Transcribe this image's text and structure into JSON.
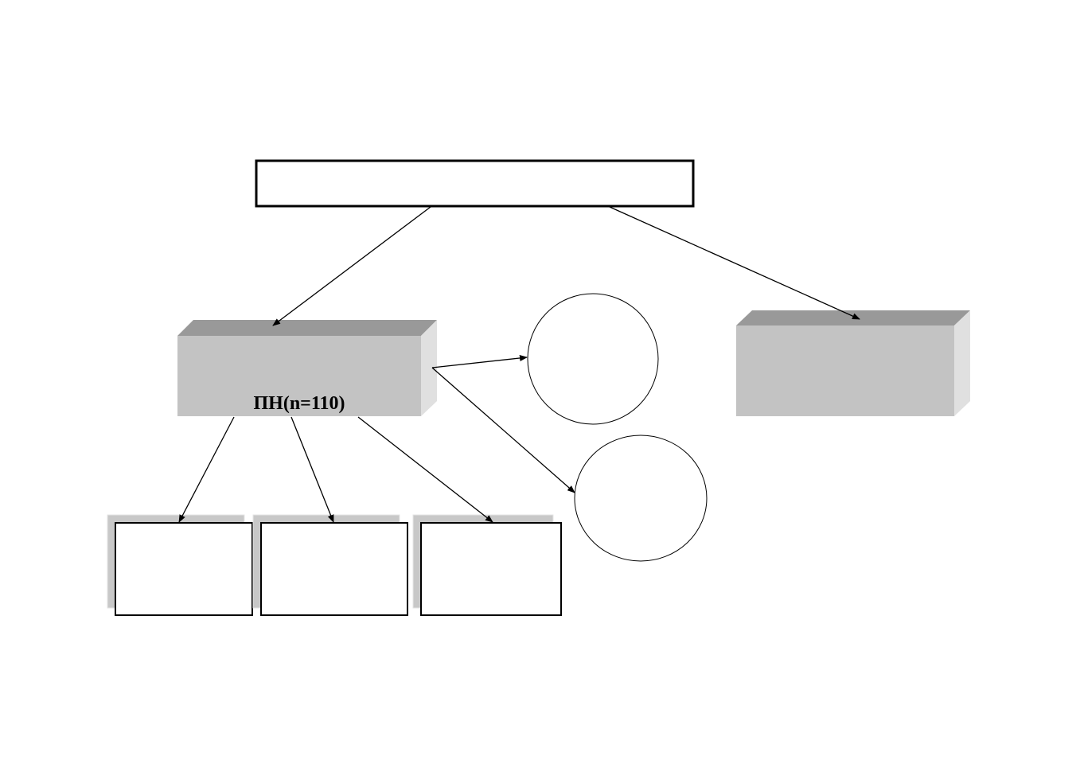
{
  "diagram": {
    "nodes": {
      "top_box": {
        "label": ""
      },
      "left_block": {
        "label": "ПН(n=110)"
      },
      "right_block": {
        "label": ""
      },
      "circle_upper": {
        "label": ""
      },
      "circle_lower": {
        "label": ""
      },
      "bottom_box_1": {
        "label": ""
      },
      "bottom_box_2": {
        "label": ""
      },
      "bottom_box_3": {
        "label": ""
      }
    },
    "edges": [
      {
        "from": "top_box",
        "to": "left_block"
      },
      {
        "from": "top_box",
        "to": "right_block"
      },
      {
        "from": "left_block",
        "to": "circle_upper"
      },
      {
        "from": "left_block",
        "to": "circle_lower"
      },
      {
        "from": "left_block",
        "to": "bottom_box_1"
      },
      {
        "from": "left_block",
        "to": "bottom_box_2"
      },
      {
        "from": "left_block",
        "to": "bottom_box_3"
      }
    ],
    "colors": {
      "block_front": "#c3c3c3",
      "block_top": "#999999",
      "block_side": "#e0e0e0",
      "shadow": "#c8c8c8",
      "stroke": "#000000"
    }
  }
}
